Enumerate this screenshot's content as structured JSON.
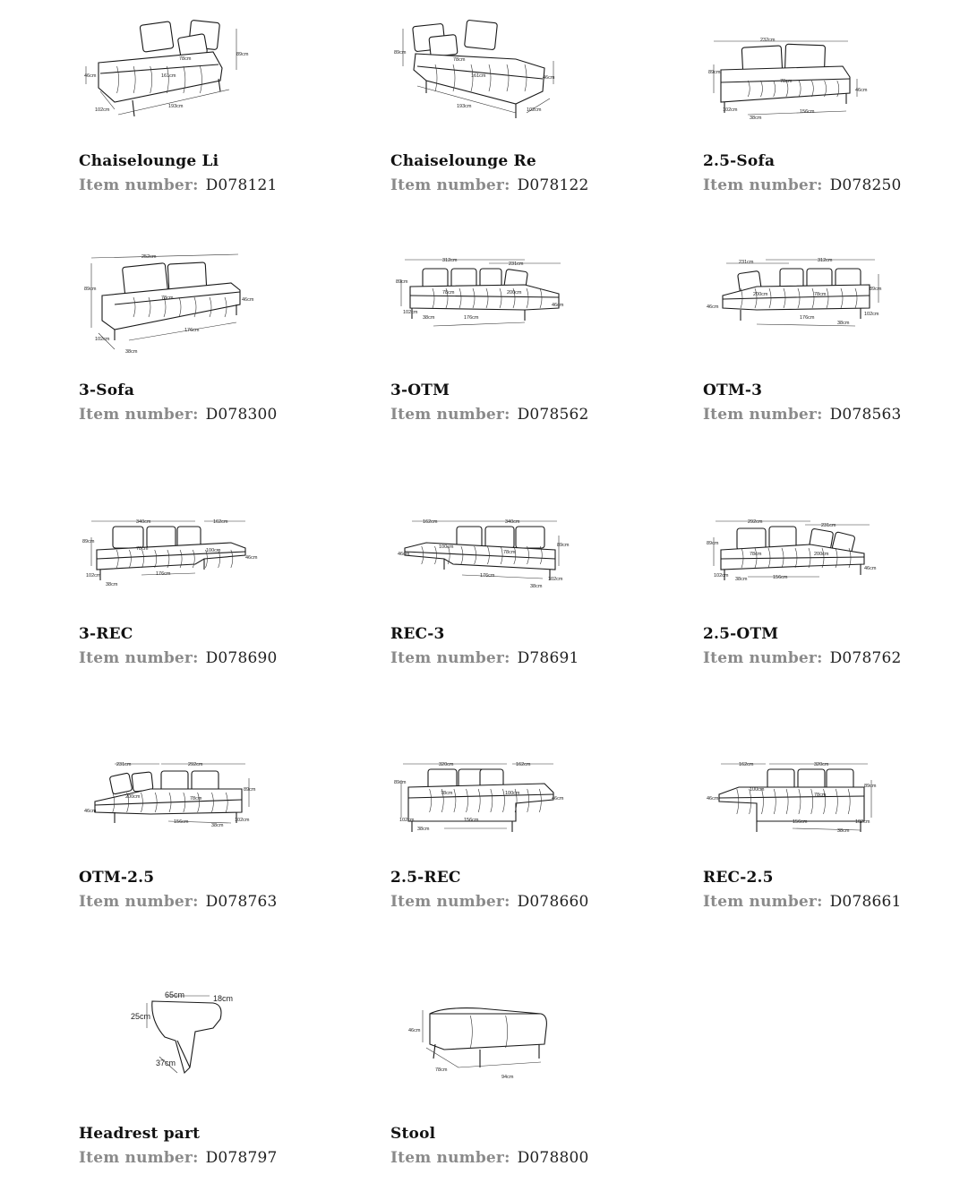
{
  "labels": {
    "item_number": "Item number:"
  },
  "products": [
    {
      "name": "Chaiselounge Li",
      "number": "D078121",
      "dims": [
        "89cm",
        "46cm",
        "78cm",
        "161cm",
        "102cm",
        "193cm"
      ]
    },
    {
      "name": "Chaiselounge Re",
      "number": "D078122",
      "dims": [
        "89cm",
        "46cm",
        "78cm",
        "161cm",
        "102cm",
        "193cm"
      ]
    },
    {
      "name": "2.5-Sofa",
      "number": "D078250",
      "dims": [
        "232cm",
        "89cm",
        "78cm",
        "46cm",
        "102cm",
        "38cm",
        "156cm"
      ]
    },
    {
      "name": "3-Sofa",
      "number": "D078300",
      "dims": [
        "252cm",
        "89cm",
        "78cm",
        "46cm",
        "102cm",
        "176cm",
        "38cm"
      ]
    },
    {
      "name": "3-OTM",
      "number": "D078562",
      "dims": [
        "312cm",
        "231cm",
        "89cm",
        "78cm",
        "200cm",
        "46cm",
        "102cm",
        "38cm",
        "176cm"
      ]
    },
    {
      "name": "OTM-3",
      "number": "D078563",
      "dims": [
        "231cm",
        "312cm",
        "89cm",
        "200cm",
        "78cm",
        "46cm",
        "176cm",
        "38cm",
        "102cm"
      ]
    },
    {
      "name": "3-REC",
      "number": "D078690",
      "dims": [
        "340cm",
        "162cm",
        "89cm",
        "78cm",
        "100cm",
        "46cm",
        "102cm",
        "176cm",
        "38cm"
      ]
    },
    {
      "name": "REC-3",
      "number": "D78691",
      "dims": [
        "162cm",
        "340cm",
        "89cm",
        "46cm",
        "100cm",
        "78cm",
        "176cm",
        "102cm",
        "38cm"
      ]
    },
    {
      "name": "2.5-OTM",
      "number": "D078762",
      "dims": [
        "292cm",
        "231cm",
        "89cm",
        "78cm",
        "200cm",
        "46cm",
        "102cm",
        "38cm",
        "156cm"
      ]
    },
    {
      "name": "OTM-2.5",
      "number": "D078763",
      "dims": [
        "231cm",
        "292cm",
        "89cm",
        "200cm",
        "78cm",
        "46cm",
        "156cm",
        "38cm",
        "102cm"
      ]
    },
    {
      "name": "2.5-REC",
      "number": "D078660",
      "dims": [
        "320cm",
        "162cm",
        "89cm",
        "78cm",
        "100cm",
        "46cm",
        "102cm",
        "156cm",
        "38cm"
      ]
    },
    {
      "name": "REC-2.5",
      "number": "D078661",
      "dims": [
        "162cm",
        "320cm",
        "89cm",
        "100cm",
        "78cm",
        "46cm",
        "156cm",
        "102cm",
        "38cm"
      ]
    },
    {
      "name": "Headrest part",
      "number": "D078797",
      "dims": [
        "65cm",
        "18cm",
        "25cm",
        "37cm"
      ]
    },
    {
      "name": "Stool",
      "number": "D078800",
      "dims": [
        "46cm",
        "78cm",
        "94cm"
      ]
    }
  ]
}
